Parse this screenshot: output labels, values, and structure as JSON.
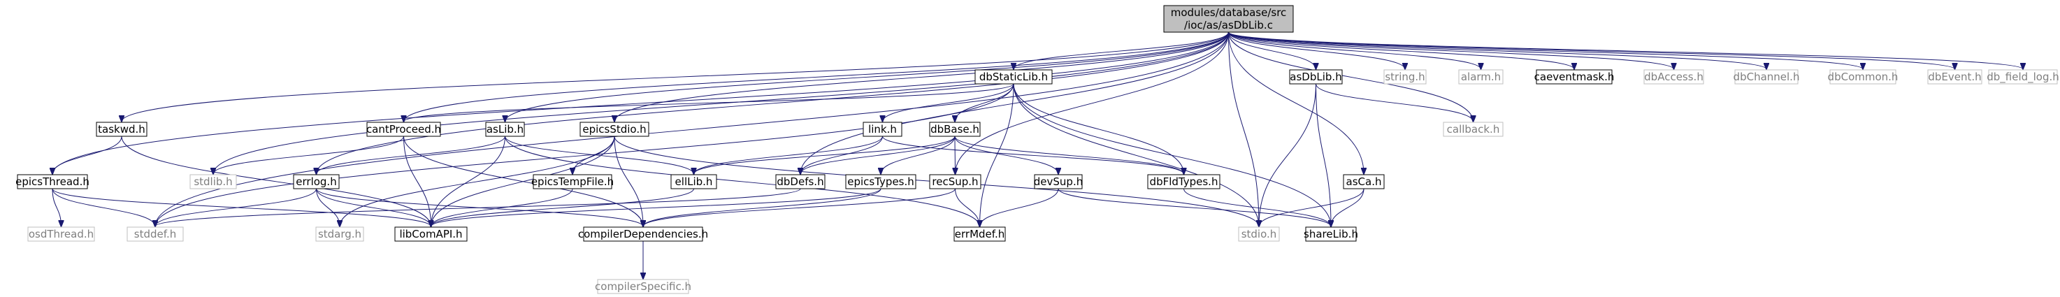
{
  "diagram": {
    "title": "modules/database/src/ioc/as/asDbLib.c",
    "colors": {
      "edge": "#191970",
      "root_fill": "#bfbfbf",
      "root_text": "#000000",
      "documented_border": "#000000",
      "documented_text": "#000000",
      "external_border": "#bfbfbf",
      "external_text": "#7f7f7f"
    },
    "nodes": {
      "root": {
        "lines": [
          "modules/database/src",
          "/ioc/as/asDbLib.c"
        ],
        "kind": "root"
      },
      "dbStaticLib": {
        "lines": [
          "dbStaticLib.h"
        ],
        "kind": "documented"
      },
      "asDbLib": {
        "lines": [
          "asDbLib.h"
        ],
        "kind": "documented"
      },
      "stringh": {
        "lines": [
          "string.h"
        ],
        "kind": "external"
      },
      "alarm": {
        "lines": [
          "alarm.h"
        ],
        "kind": "external"
      },
      "caeventmask": {
        "lines": [
          "caeventmask.h"
        ],
        "kind": "documented"
      },
      "dbAccess": {
        "lines": [
          "dbAccess.h"
        ],
        "kind": "external"
      },
      "dbChannel": {
        "lines": [
          "dbChannel.h"
        ],
        "kind": "external"
      },
      "dbCommon": {
        "lines": [
          "dbCommon.h"
        ],
        "kind": "external"
      },
      "dbEvent": {
        "lines": [
          "dbEvent.h"
        ],
        "kind": "external"
      },
      "dbFieldLog": {
        "lines": [
          "db_field_log.h"
        ],
        "kind": "external"
      },
      "callback": {
        "lines": [
          "callback.h"
        ],
        "kind": "external"
      },
      "taskwd": {
        "lines": [
          "taskwd.h"
        ],
        "kind": "documented"
      },
      "cantProceed": {
        "lines": [
          "cantProceed.h"
        ],
        "kind": "documented"
      },
      "asLib": {
        "lines": [
          "asLib.h"
        ],
        "kind": "documented"
      },
      "epicsStdio": {
        "lines": [
          "epicsStdio.h"
        ],
        "kind": "documented"
      },
      "link": {
        "lines": [
          "link.h"
        ],
        "kind": "documented"
      },
      "dbBase": {
        "lines": [
          "dbBase.h"
        ],
        "kind": "documented"
      },
      "stdlib": {
        "lines": [
          "stdlib.h"
        ],
        "kind": "external"
      },
      "epicsThread": {
        "lines": [
          "epicsThread.h"
        ],
        "kind": "documented"
      },
      "errlog": {
        "lines": [
          "errlog.h"
        ],
        "kind": "documented"
      },
      "epicsTempFile": {
        "lines": [
          "epicsTempFile.h"
        ],
        "kind": "documented"
      },
      "ellLib": {
        "lines": [
          "ellLib.h"
        ],
        "kind": "documented"
      },
      "dbDefs": {
        "lines": [
          "dbDefs.h"
        ],
        "kind": "documented"
      },
      "epicsTypes": {
        "lines": [
          "epicsTypes.h"
        ],
        "kind": "documented"
      },
      "recSup": {
        "lines": [
          "recSup.h"
        ],
        "kind": "documented"
      },
      "devSup": {
        "lines": [
          "devSup.h"
        ],
        "kind": "documented"
      },
      "dbFldTypes": {
        "lines": [
          "dbFldTypes.h"
        ],
        "kind": "documented"
      },
      "asCa": {
        "lines": [
          "asCa.h"
        ],
        "kind": "documented"
      },
      "osdThread": {
        "lines": [
          "osdThread.h"
        ],
        "kind": "external"
      },
      "stddef": {
        "lines": [
          "stddef.h"
        ],
        "kind": "external"
      },
      "libComAPI": {
        "lines": [
          "libComAPI.h"
        ],
        "kind": "documented"
      },
      "stdarg": {
        "lines": [
          "stdarg.h"
        ],
        "kind": "external"
      },
      "compilerDependencies": {
        "lines": [
          "compilerDependencies.h"
        ],
        "kind": "documented"
      },
      "errMdef": {
        "lines": [
          "errMdef.h"
        ],
        "kind": "documented"
      },
      "stdio": {
        "lines": [
          "stdio.h"
        ],
        "kind": "external"
      },
      "shareLib": {
        "lines": [
          "shareLib.h"
        ],
        "kind": "documented"
      },
      "compilerSpecific": {
        "lines": [
          "compilerSpecific.h"
        ],
        "kind": "external"
      }
    },
    "edges": [
      [
        "root",
        "dbStaticLib"
      ],
      [
        "root",
        "asDbLib"
      ],
      [
        "root",
        "stringh"
      ],
      [
        "root",
        "alarm"
      ],
      [
        "root",
        "caeventmask"
      ],
      [
        "root",
        "dbAccess"
      ],
      [
        "root",
        "dbChannel"
      ],
      [
        "root",
        "dbCommon"
      ],
      [
        "root",
        "dbEvent"
      ],
      [
        "root",
        "dbFieldLog"
      ],
      [
        "root",
        "callback"
      ],
      [
        "root",
        "taskwd"
      ],
      [
        "root",
        "cantProceed"
      ],
      [
        "root",
        "asLib"
      ],
      [
        "root",
        "epicsStdio"
      ],
      [
        "root",
        "stdlib"
      ],
      [
        "root",
        "epicsThread"
      ],
      [
        "root",
        "errlog"
      ],
      [
        "root",
        "dbDefs"
      ],
      [
        "root",
        "recSup"
      ],
      [
        "root",
        "asCa"
      ],
      [
        "root",
        "stddef"
      ],
      [
        "root",
        "stdio"
      ],
      [
        "dbStaticLib",
        "cantProceed"
      ],
      [
        "dbStaticLib",
        "link"
      ],
      [
        "dbStaticLib",
        "dbBase"
      ],
      [
        "dbStaticLib",
        "dbFldTypes"
      ],
      [
        "dbStaticLib",
        "errMdef"
      ],
      [
        "dbStaticLib",
        "stdio"
      ],
      [
        "dbStaticLib",
        "shareLib"
      ],
      [
        "dbStaticLib",
        "stddef"
      ],
      [
        "asDbLib",
        "callback"
      ],
      [
        "asDbLib",
        "stdio"
      ],
      [
        "asDbLib",
        "shareLib"
      ],
      [
        "taskwd",
        "epicsThread"
      ],
      [
        "taskwd",
        "libComAPI"
      ],
      [
        "cantProceed",
        "stdlib"
      ],
      [
        "cantProceed",
        "compilerDependencies"
      ],
      [
        "cantProceed",
        "libComAPI"
      ],
      [
        "asLib",
        "errlog"
      ],
      [
        "asLib",
        "ellLib"
      ],
      [
        "asLib",
        "libComAPI"
      ],
      [
        "asLib",
        "errMdef"
      ],
      [
        "epicsStdio",
        "epicsTempFile"
      ],
      [
        "epicsStdio",
        "compilerDependencies"
      ],
      [
        "epicsStdio",
        "libComAPI"
      ],
      [
        "epicsStdio",
        "stdarg"
      ],
      [
        "epicsStdio",
        "stdio"
      ],
      [
        "link",
        "ellLib"
      ],
      [
        "link",
        "dbDefs"
      ],
      [
        "link",
        "dbFldTypes"
      ],
      [
        "dbBase",
        "ellLib"
      ],
      [
        "dbBase",
        "dbDefs"
      ],
      [
        "dbBase",
        "epicsTypes"
      ],
      [
        "dbBase",
        "recSup"
      ],
      [
        "dbBase",
        "devSup"
      ],
      [
        "dbBase",
        "dbFldTypes"
      ],
      [
        "epicsThread",
        "osdThread"
      ],
      [
        "epicsThread",
        "stddef"
      ],
      [
        "epicsThread",
        "libComAPI"
      ],
      [
        "errlog",
        "stddef"
      ],
      [
        "errlog",
        "stdarg"
      ],
      [
        "errlog",
        "libComAPI"
      ],
      [
        "errlog",
        "compilerDependencies"
      ],
      [
        "epicsTempFile",
        "libComAPI"
      ],
      [
        "ellLib",
        "libComAPI"
      ],
      [
        "dbDefs",
        "stddef"
      ],
      [
        "epicsTypes",
        "compilerDependencies"
      ],
      [
        "epicsTypes",
        "libComAPI"
      ],
      [
        "recSup",
        "errMdef"
      ],
      [
        "recSup",
        "compilerDependencies"
      ],
      [
        "devSup",
        "errMdef"
      ],
      [
        "devSup",
        "shareLib"
      ],
      [
        "dbFldTypes",
        "shareLib"
      ],
      [
        "asCa",
        "stdio"
      ],
      [
        "asCa",
        "shareLib"
      ],
      [
        "compilerDependencies",
        "compilerSpecific"
      ]
    ]
  }
}
